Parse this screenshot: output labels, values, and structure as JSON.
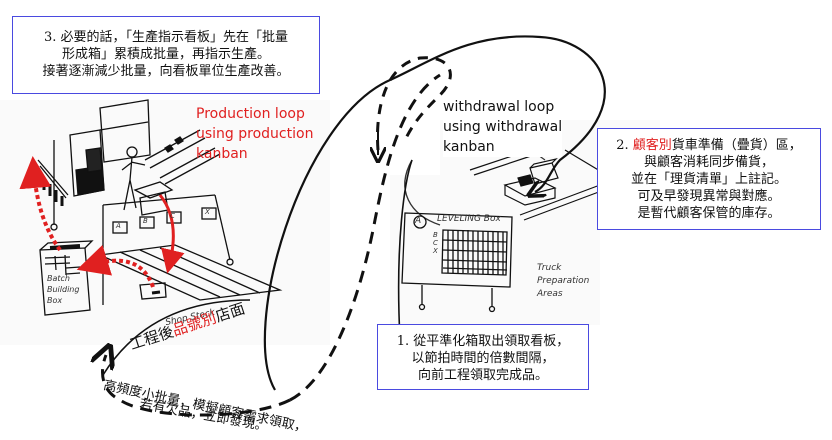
{
  "notes": {
    "note3": {
      "lines": [
        "3. 必要的話，「生產指示看板」先在「批量",
        "形成箱」累積成批量，再指示生產。",
        "接著逐漸減少批量，向看板單位生產改善。"
      ]
    },
    "note2": {
      "number": "2. ",
      "highlight": "顧客別",
      "line1_rest": "貨車準備（疊貨）區，",
      "lines": [
        "與顧客消耗同步備貨，",
        "並在「理貨清單」上註記。",
        "可及早發現異常與對應。",
        "是暫代顧客保管的庫存。"
      ]
    },
    "note1": {
      "lines": [
        "1. 從平準化箱取出領取看板，",
        "以節拍時間的倍數間隔，",
        "向前工程領取完成品。"
      ]
    }
  },
  "labels": {
    "production_loop": [
      "Production loop",
      "using production",
      "kanban"
    ],
    "withdrawal_loop": [
      "withdrawal loop",
      "using withdrawal",
      "kanban"
    ],
    "shop_stock_title_prefix": "工程後",
    "shop_stock_title_highlight": "品號別",
    "shop_stock_title_suffix": "店面",
    "bottom_caption": [
      "高頻度小批量，模擬顧客需求領取，",
      "若有欠品，立即發現。"
    ]
  },
  "sketch_text": {
    "leveling_box": "LEVELING Box",
    "leveling_rows": [
      "A",
      "B",
      "C",
      "X"
    ],
    "batch_box": [
      "Batch",
      "Building",
      "Box"
    ],
    "shop_stock": "Shop Stock",
    "truck_area": [
      "Truck",
      "Preparation",
      "Areas"
    ],
    "post_labels": [
      "A",
      "B",
      "C",
      "X"
    ]
  },
  "colors": {
    "accent_red": "#e02020",
    "note_border": "#4a4ae0",
    "ink": "#111111"
  }
}
